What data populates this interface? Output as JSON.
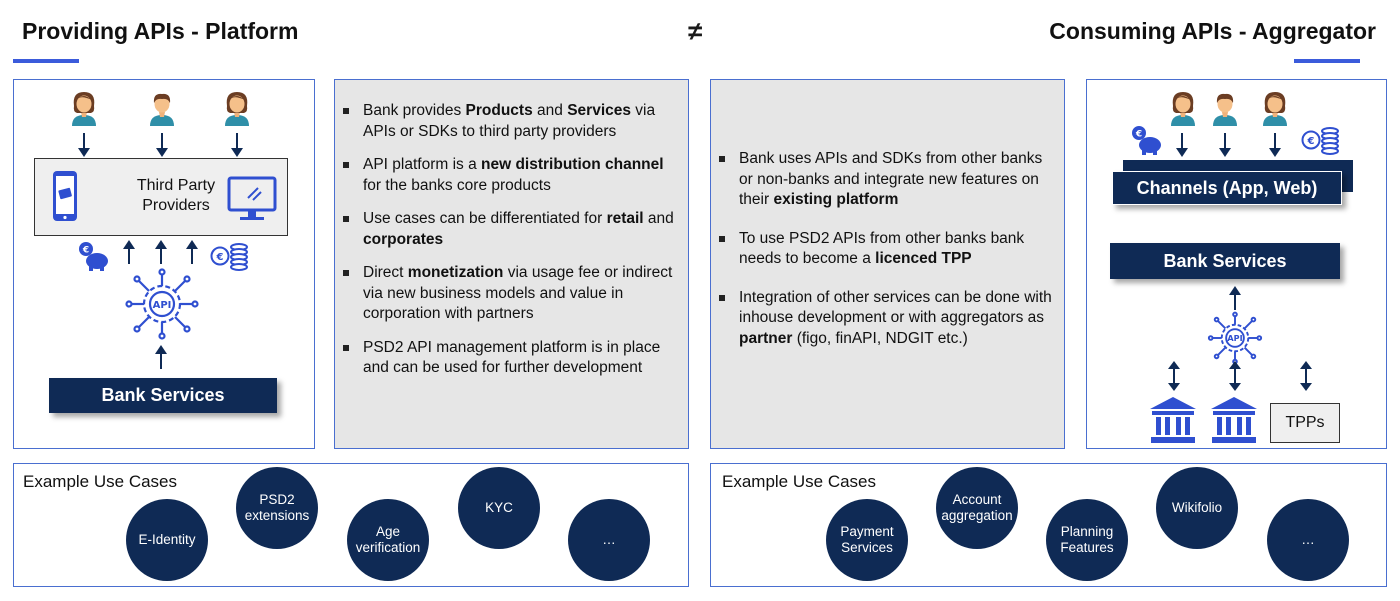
{
  "header": {
    "left_title": "Providing APIs - Platform",
    "not_equal": "≠",
    "right_title": "Consuming APIs - Aggregator"
  },
  "left_diagram": {
    "tpp_label": "Third Party Providers",
    "bank_services": "Bank Services",
    "api_label": "API"
  },
  "left_bullets": [
    [
      {
        "t": "Bank provides "
      },
      {
        "t": "Products",
        "b": true
      },
      {
        "t": " and "
      },
      {
        "t": "Services",
        "b": true
      },
      {
        "t": " via APIs or SDKs to third party providers"
      }
    ],
    [
      {
        "t": "API platform is a "
      },
      {
        "t": "new distribution channel",
        "b": true
      },
      {
        "t": " for the banks core products"
      }
    ],
    [
      {
        "t": "Use cases can be differentiated for "
      },
      {
        "t": "retail",
        "b": true
      },
      {
        "t": " and "
      },
      {
        "t": "corporates",
        "b": true
      }
    ],
    [
      {
        "t": "Direct "
      },
      {
        "t": "monetization",
        "b": true
      },
      {
        "t": " via usage fee or indirect via new business models and value in corporation with partners"
      }
    ],
    [
      {
        "t": "PSD2 API management platform is in place and can be used for further development"
      }
    ]
  ],
  "right_bullets": [
    [
      {
        "t": "Bank uses APIs and SDKs from other banks or non-banks and integrate new features on their "
      },
      {
        "t": "existing platform",
        "b": true
      }
    ],
    [
      {
        "t": "To use PSD2 APIs from other banks bank needs to become a "
      },
      {
        "t": "licenced TPP",
        "b": true
      }
    ],
    [
      {
        "t": "Integration of other services can be done with inhouse development or with aggregators as "
      },
      {
        "t": "partner",
        "b": true
      },
      {
        "t": " (figo, finAPI, NDGIT etc.)"
      }
    ]
  ],
  "right_diagram": {
    "channels": "Channels (App, Web)",
    "bank_services": "Bank Services",
    "api_label": "API",
    "tpps": "TPPs"
  },
  "left_use_cases": {
    "label": "Example Use Cases",
    "items": [
      "E-Identity",
      "PSD2 extensions",
      "Age verification",
      "KYC",
      "…"
    ]
  },
  "right_use_cases": {
    "label": "Example Use Cases",
    "items": [
      "Payment Services",
      "Account aggregation",
      "Planning Features",
      "Wikifolio",
      "…"
    ]
  },
  "colors": {
    "navy": "#0f2a55",
    "accent_blue": "#3b5bdb",
    "icon_blue": "#2f4fd0",
    "panel_grey": "#e6e6e6"
  }
}
